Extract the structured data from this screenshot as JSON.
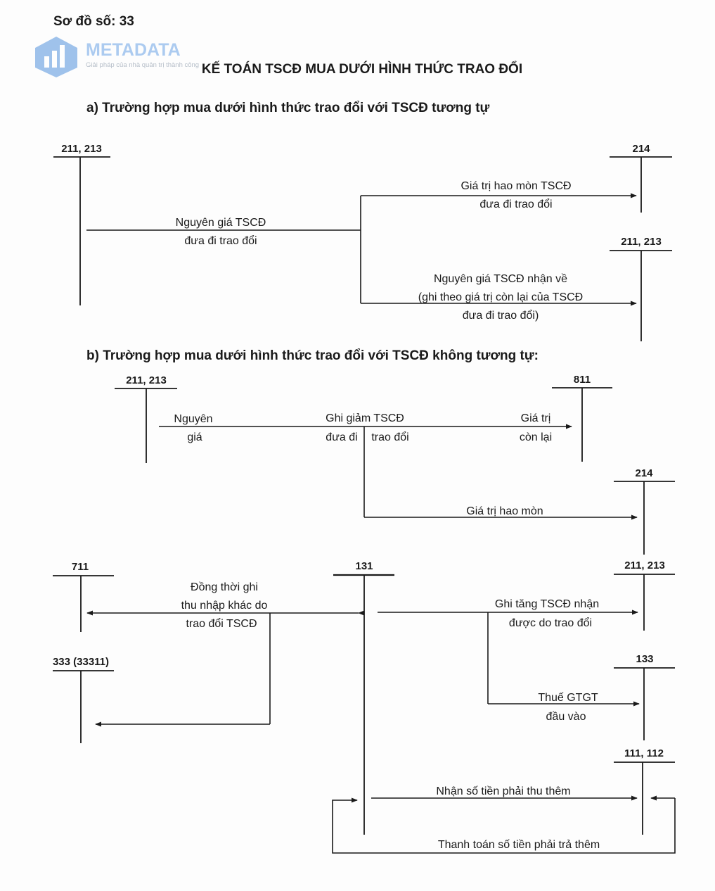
{
  "diagram_number": "Sơ đồ số: 33",
  "watermark": {
    "brand": "METADATA",
    "tagline": "Giải pháp của nhà quản trị thành công",
    "colors": {
      "icon": "#8fb8e8",
      "text": "#9ec3ee"
    }
  },
  "title": "KẾ TOÁN TSCĐ MUA DƯỚI HÌNH THỨC TRAO ĐỔI",
  "section_a": {
    "heading": "a) Trường hợp mua dưới hình thức trao đổi với TSCĐ tương tự",
    "accounts": {
      "a_211_213_left": "211, 213",
      "a_214": "214",
      "a_211_213_right": "211, 213"
    },
    "labels": {
      "orig_1": "Nguyên giá TSCĐ",
      "orig_2": "đưa đi trao đổi",
      "hm_1": "Giá trị hao mòn TSCĐ",
      "hm_2": "đưa đi trao đổi",
      "recv_1": "Nguyên giá TSCĐ nhận về",
      "recv_2": "(ghi theo giá trị còn lại của TSCĐ",
      "recv_3": "đưa đi trao đổi)"
    }
  },
  "section_b": {
    "heading": "b) Trường hợp mua dưới hình thức trao đổi với TSCĐ không tương tự:",
    "accounts": {
      "b_211_213_top": "211, 213",
      "b_811": "811",
      "b_214": "214",
      "b_711": "711",
      "b_131": "131",
      "b_211_213_right": "211, 213",
      "b_333": "333 (33311)",
      "b_133": "133",
      "b_111_112": "111, 112"
    },
    "labels": {
      "ng_1": "Nguyên",
      "ng_2": "giá",
      "gg_1": "Ghi giảm TSCĐ",
      "gg_2": "đưa đi",
      "gg_3": "trao đổi",
      "gtcl_1": "Giá trị",
      "gtcl_2": "còn lại",
      "gthm": "Giá trị hao mòn",
      "dt_1": "Đồng thời ghi",
      "dt_2": "thu nhập khác do",
      "dt_3": "trao đổi  TSCĐ",
      "gt_1": "Ghi tăng TSCĐ nhận",
      "gt_2": "được do trao đổi",
      "vat_1": "Thuế GTGT",
      "vat_2": "đầu vào",
      "rcv": "Nhận số tiền phải thu thêm",
      "pay": "Thanh toán số tiền phải trả thêm"
    }
  }
}
